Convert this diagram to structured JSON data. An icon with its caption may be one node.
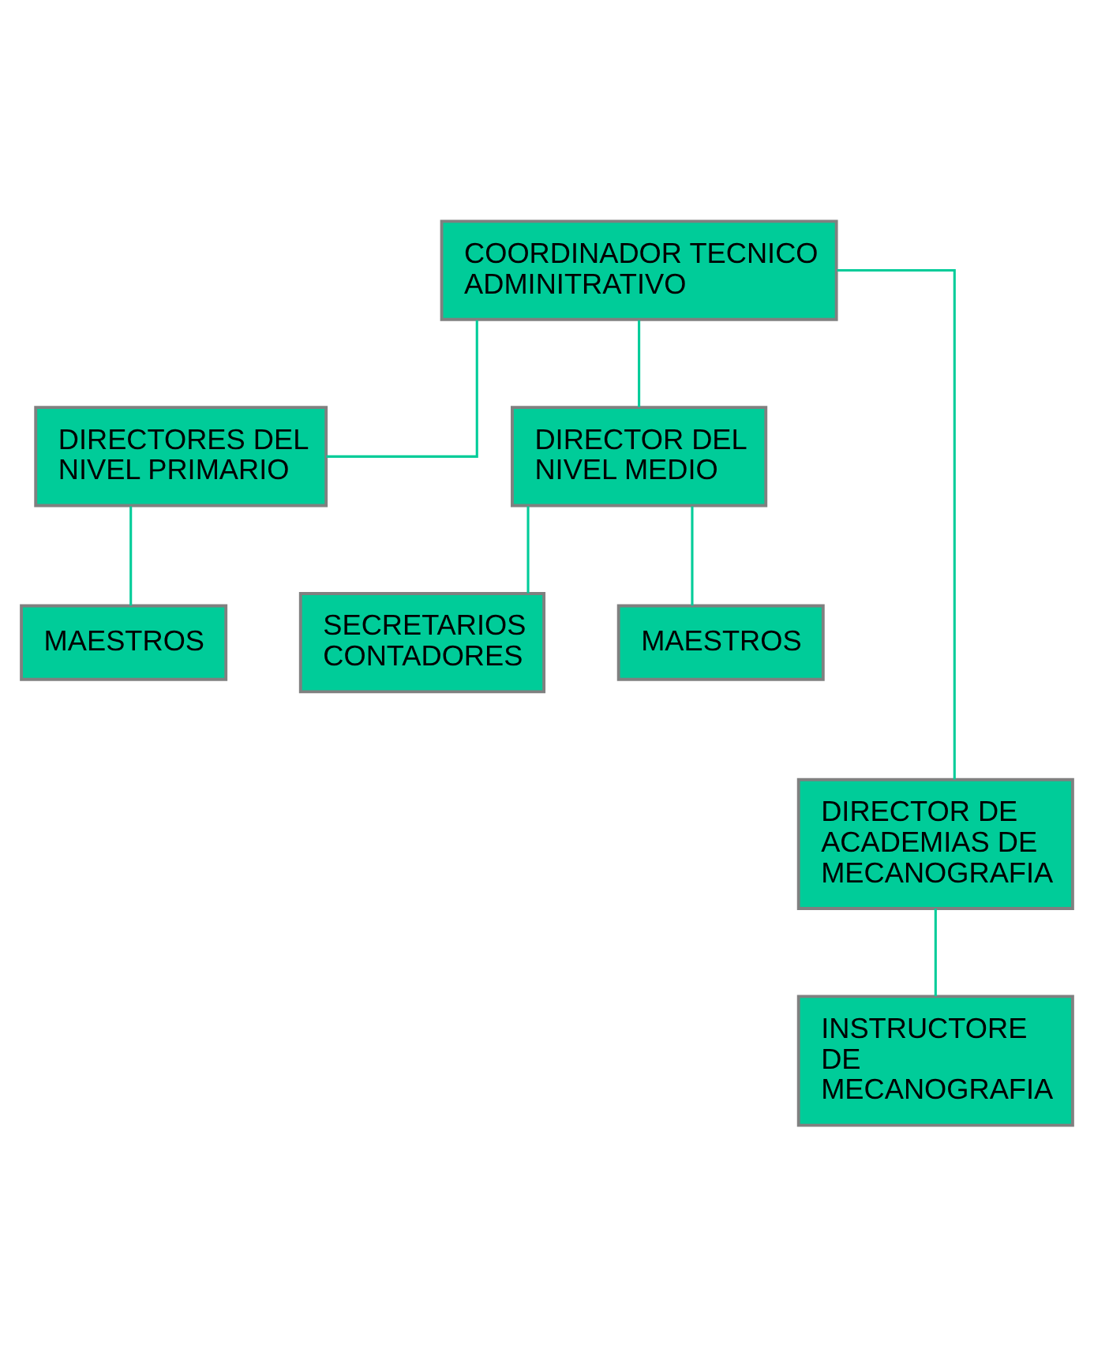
{
  "diagram": {
    "nodes": [
      {
        "text": [
          "COORDINADOR TECNICO ADMINITRATIVO"
        ]
      },
      {
        "text": [
          "DIRECTORES DEL NIVEL PRIMARIO"
        ]
      },
      {
        "text": [
          "DIRECTOR DEL NIVEL MEDIO"
        ]
      },
      {
        "text": [
          "MAESTROS"
        ]
      },
      {
        "text": [
          "SECRETARIOS CONTADORES"
        ]
      },
      {
        "text": [
          "MAESTROS"
        ]
      },
      {
        "text": [
          "DIRECTOR DE ACADEMIAS DE MECANOGRAFIA"
        ]
      },
      {
        "text": [
          "INSTRUCTORE DE MECANOGRAFIA"
        ]
      }
    ],
    "edges": [
      {
        "from": 0,
        "to": 1,
        "arrow": "none"
      },
      {
        "from": 0,
        "to": 2,
        "arrow": "none"
      },
      {
        "from": 0,
        "to": 6,
        "arrow": "none"
      },
      {
        "from": 1,
        "to": 3,
        "arrow": "none"
      },
      {
        "from": 2,
        "to": 4,
        "arrow": "none"
      },
      {
        "from": 2,
        "to": 5,
        "arrow": "none"
      },
      {
        "from": 6,
        "to": 7,
        "arrow": "none"
      }
    ]
  }
}
